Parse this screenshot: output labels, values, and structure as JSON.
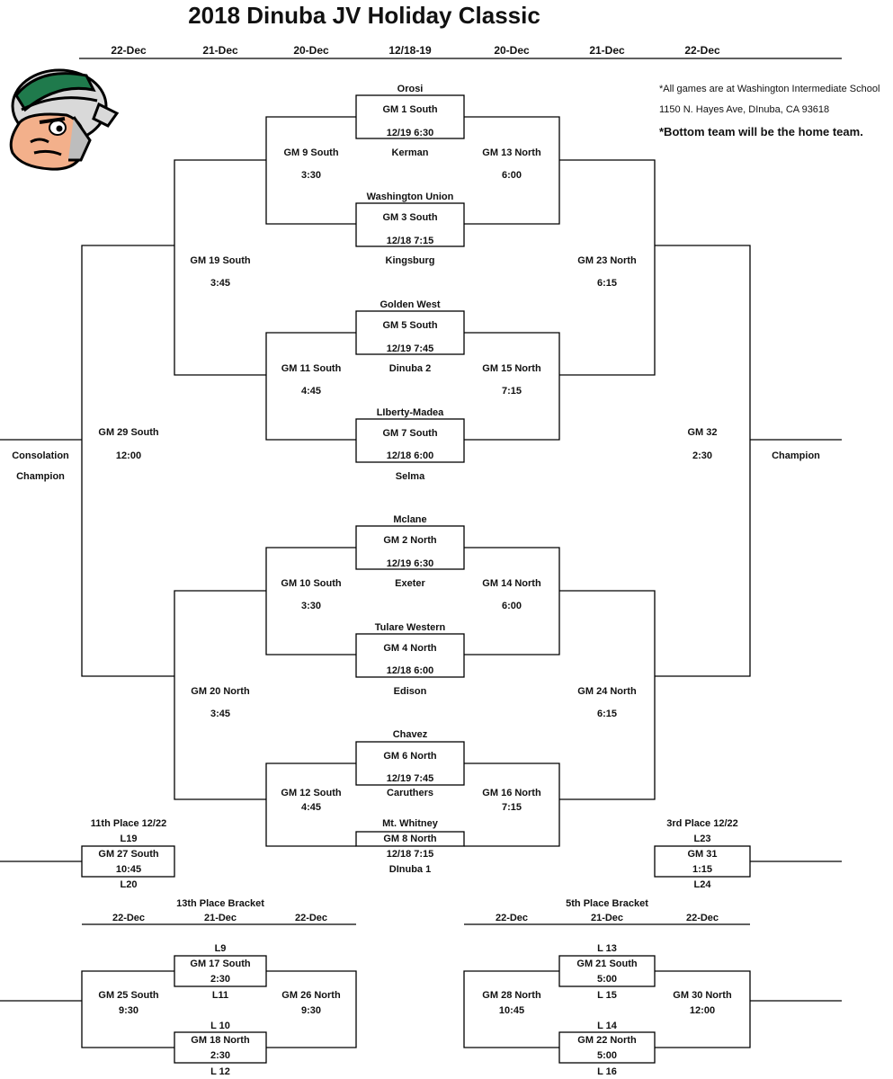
{
  "title": "2018 Dinuba JV Holiday Classic",
  "date_headers": [
    "22-Dec",
    "21-Dec",
    "20-Dec",
    "12/18-19",
    "20-Dec",
    "21-Dec",
    "22-Dec"
  ],
  "notes": {
    "line1": "*All games are at Washington Intermediate School",
    "line2": "1150 N. Hayes Ave, DInuba, CA 93618",
    "line3": "*Bottom team will be the home team."
  },
  "first_round": [
    {
      "top_team": "Orosi",
      "game": "GM 1 South",
      "time": "12/19 6:30",
      "bottom_team": "Kerman"
    },
    {
      "top_team": "Washington Union",
      "game": "GM 3  South",
      "time": "12/18 7:15",
      "bottom_team": "Kingsburg"
    },
    {
      "top_team": "Golden West",
      "game": "GM 5 South",
      "time": "12/19 7:45",
      "bottom_team": "Dinuba 2"
    },
    {
      "top_team": "LIberty-Madea",
      "game": "GM 7 South",
      "time": "12/18 6:00",
      "bottom_team": "Selma"
    },
    {
      "top_team": "Mclane",
      "game": "GM 2 North",
      "time": "12/19 6:30",
      "bottom_team": "Exeter"
    },
    {
      "top_team": "Tulare Western",
      "game": "GM 4 North",
      "time": "12/18 6:00",
      "bottom_team": "Edison"
    },
    {
      "top_team": "Chavez",
      "game": "GM 6 North",
      "time": "12/19 7:45",
      "bottom_team": "Caruthers"
    },
    {
      "top_team": "Mt. Whitney",
      "game": "GM 8 North",
      "time": "12/18 7:15",
      "bottom_team": "DInuba 1"
    }
  ],
  "consolation": {
    "gm9": {
      "game": "GM 9 South",
      "time": "3:30"
    },
    "gm11": {
      "game": "GM 11 South",
      "time": "4:45"
    },
    "gm10": {
      "game": "GM 10 South",
      "time": "3:30"
    },
    "gm12": {
      "game": "GM 12 South",
      "time": "4:45"
    },
    "gm19": {
      "game": "GM 19 South",
      "time": "3:45"
    },
    "gm20": {
      "game": "GM 20 North",
      "time": "3:45"
    },
    "gm29": {
      "game": "GM 29 South",
      "time": "12:00"
    },
    "result": [
      "Consolation",
      "Champion"
    ]
  },
  "championship": {
    "gm13": {
      "game": "GM 13 North",
      "time": "6:00"
    },
    "gm15": {
      "game": "GM 15 North",
      "time": "7:15"
    },
    "gm14": {
      "game": "GM 14 North",
      "time": "6:00"
    },
    "gm16": {
      "game": "GM 16 North",
      "time": "7:15"
    },
    "gm23": {
      "game": "GM 23 North",
      "time": "6:15"
    },
    "gm24": {
      "game": "GM 24 North",
      "time": "6:15"
    },
    "gm32": {
      "game": "GM 32",
      "time": "2:30"
    },
    "result": "Champion"
  },
  "eleventh_place": {
    "title": "11th Place 12/22",
    "top": "L19",
    "game": "GM 27 South",
    "time": "10:45",
    "bottom": "L20"
  },
  "third_place": {
    "title": "3rd Place 12/22",
    "top": "L23",
    "game": "GM 31",
    "time": "1:15",
    "bottom": "L24"
  },
  "thirteenth_bracket": {
    "title": "13th Place Bracket",
    "dates": [
      "22-Dec",
      "21-Dec",
      "22-Dec"
    ],
    "gm17": {
      "top": "L9",
      "game": "GM 17 South",
      "time": "2:30",
      "bottom": "L11"
    },
    "gm18": {
      "top": "L 10",
      "game": "GM 18 North",
      "time": "2:30",
      "bottom": "L 12"
    },
    "gm25": {
      "game": "GM 25 South",
      "time": "9:30"
    },
    "gm26": {
      "game": "GM 26 North",
      "time": "9:30"
    }
  },
  "fifth_bracket": {
    "title": "5th Place Bracket",
    "dates": [
      "22-Dec",
      "21-Dec",
      "22-Dec"
    ],
    "gm21": {
      "top": "L 13",
      "game": "GM 21 South",
      "time": "5:00",
      "bottom": "L 15"
    },
    "gm22": {
      "top": "L 14",
      "game": "GM 22 North",
      "time": "5:00",
      "bottom": "L 16"
    },
    "gm28": {
      "game": "GM 28 North",
      "time": "10:45"
    },
    "gm30": {
      "game": "GM 30 North",
      "time": "12:00"
    }
  }
}
